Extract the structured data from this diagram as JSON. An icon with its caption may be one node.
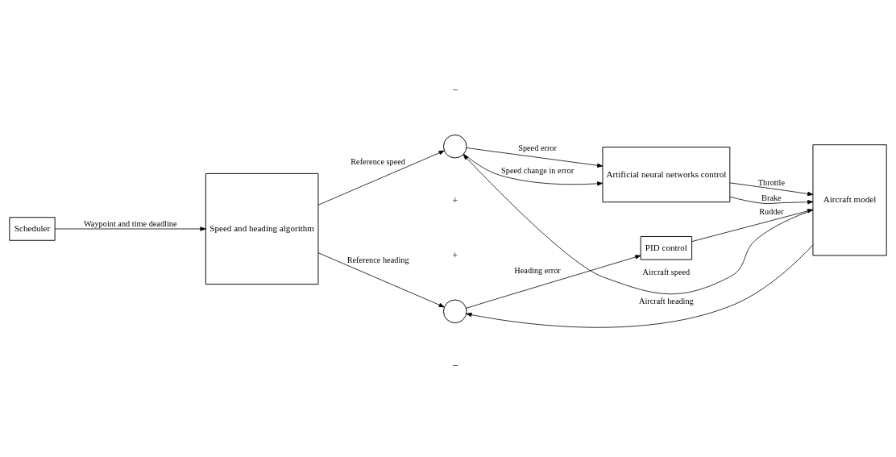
{
  "diagram": {
    "nodes": [
      {
        "text": [
          "Scheduler"
        ]
      },
      {
        "text": [
          "Speed and heading algorithm"
        ]
      },
      {
        "text": [],
        "shape": "circle"
      },
      {
        "text": [],
        "shape": "circle"
      },
      {
        "text": [
          "Artificial neural networks control"
        ]
      },
      {
        "text": [
          "PID control"
        ]
      },
      {
        "text": [
          "Aircraft model"
        ]
      }
    ],
    "edges": [
      {
        "from": 0,
        "to": 1,
        "arrow": "to",
        "label": "Waypoint and time deadline"
      },
      {
        "from": 1,
        "to": 2,
        "arrow": "to",
        "label": "Reference speed"
      },
      {
        "from": 1,
        "to": 3,
        "arrow": "to",
        "label": "Reference heading"
      },
      {
        "from": 2,
        "to": 4,
        "arrow": "to",
        "label": "Speed error"
      },
      {
        "from": 2,
        "to": 4,
        "arrow": "to",
        "label": "Speed change in error"
      },
      {
        "from": 3,
        "to": 5,
        "arrow": "to",
        "label": "Heading error"
      },
      {
        "from": 4,
        "to": 6,
        "arrow": "to",
        "label": "Throttle"
      },
      {
        "from": 4,
        "to": 6,
        "arrow": "to",
        "label": "Brake"
      },
      {
        "from": 5,
        "to": 6,
        "arrow": "to",
        "label": "Rudder"
      },
      {
        "from": 6,
        "to": 2,
        "arrow": "to",
        "label": "Aircraft speed"
      },
      {
        "from": 6,
        "to": 3,
        "arrow": "to",
        "label": "Aircraft heading"
      }
    ],
    "labels": [
      "−",
      "+",
      "+",
      "−"
    ]
  }
}
